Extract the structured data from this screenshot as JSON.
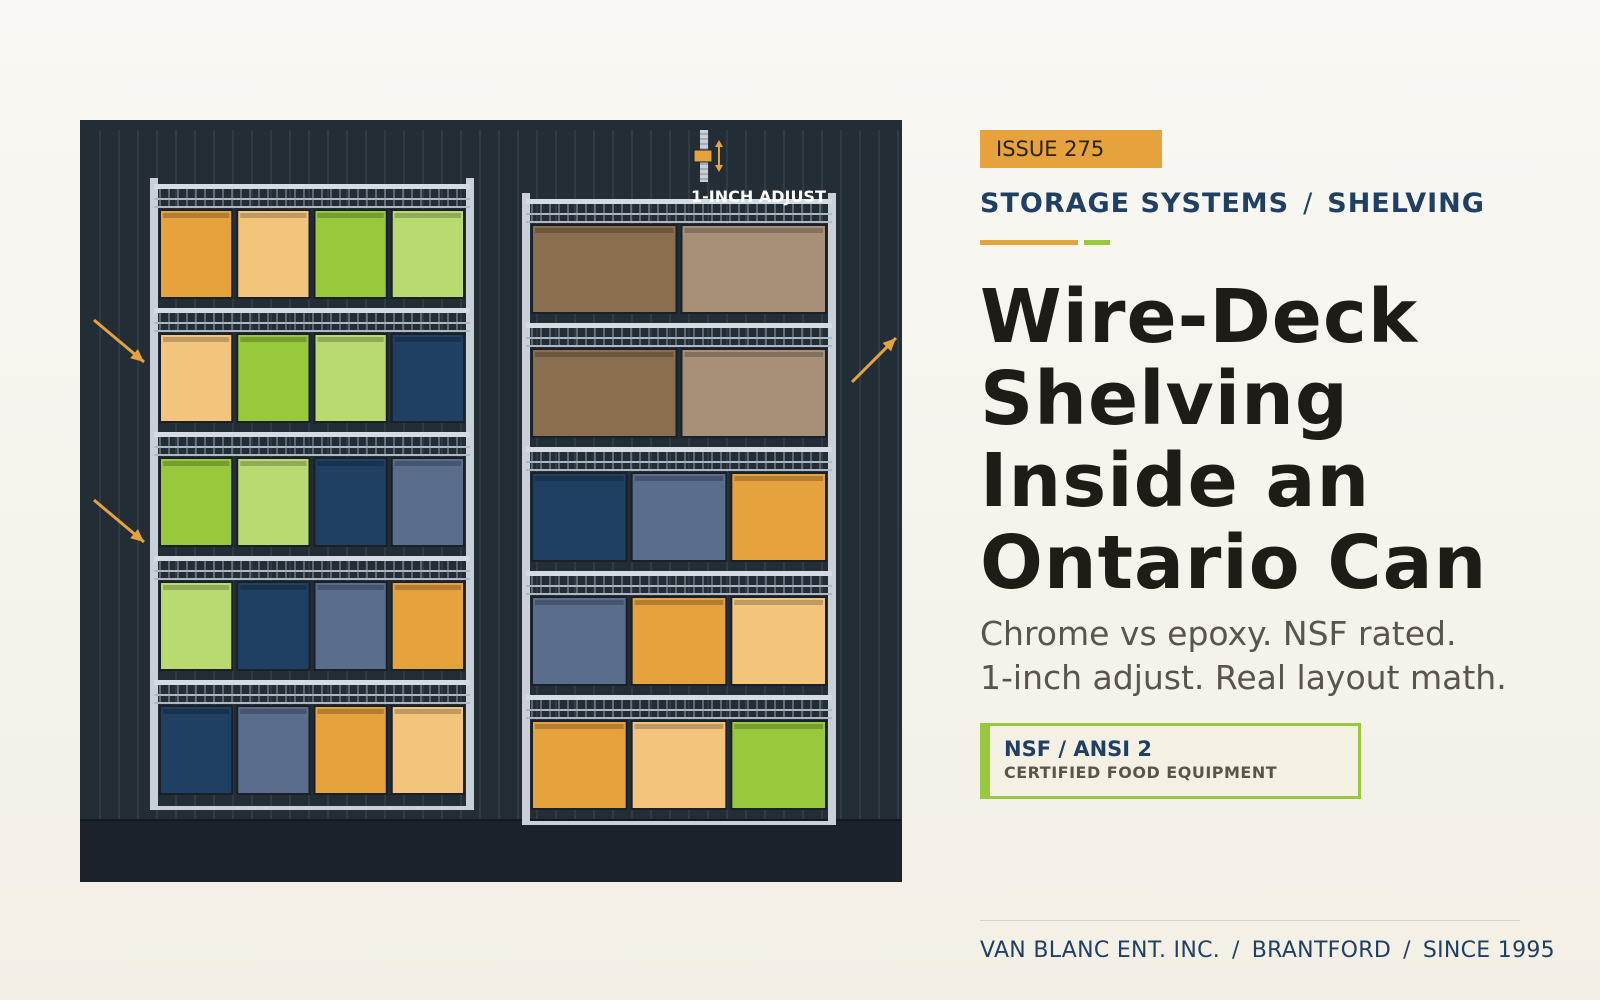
{
  "issue_tag": "ISSUE 275",
  "category": {
    "primary": "STORAGE SYSTEMS",
    "separator": "/",
    "secondary": "SHELVING"
  },
  "headline": {
    "lines": [
      "Wire-Deck",
      "Shelving",
      "Inside an",
      "Ontario Can"
    ]
  },
  "subhead": {
    "lines": [
      "Chrome vs epoxy. NSF rated.",
      "1-inch adjust. Real layout math."
    ]
  },
  "certification": {
    "title": "NSF / ANSI 2",
    "subtitle": "CERTIFIED FOOD EQUIPMENT"
  },
  "footer": {
    "company": "VAN BLANC ENT. INC.",
    "city": "BRANTFORD",
    "since": "SINCE 1995",
    "separator": "/"
  },
  "illustration": {
    "callout": "1-INCH ADJUST",
    "shelving_units": [
      {
        "name": "left-unit",
        "shelves": [
          [
            "orange",
            "light-orange",
            "green",
            "light-green"
          ],
          [
            "light-orange",
            "green",
            "light-green",
            "navy"
          ],
          [
            "green",
            "light-green",
            "navy",
            "slate"
          ],
          [
            "light-green",
            "navy",
            "slate",
            "orange"
          ],
          [
            "navy",
            "slate",
            "orange",
            "light-orange"
          ]
        ]
      },
      {
        "name": "right-unit",
        "shelves": [
          [
            "brown",
            "tan"
          ],
          [
            "brown",
            "tan"
          ],
          [
            "navy",
            "slate",
            "orange"
          ],
          [
            "slate",
            "orange",
            "light-orange"
          ],
          [
            "orange",
            "light-orange",
            "green"
          ]
        ]
      }
    ]
  },
  "colors": {
    "accent_orange": "#e6a23c",
    "accent_green": "#98c83c",
    "navy": "#1f3f63",
    "headline": "#1e1c17",
    "container_wall": "#232d36",
    "container_floor": "#1b222b",
    "box_palette": {
      "orange": "#e6a23c",
      "light-orange": "#f3c47c",
      "green": "#98c83c",
      "light-green": "#b8da70",
      "navy": "#1f3f63",
      "slate": "#5a6d8c",
      "brown": "#8a6e50",
      "tan": "#a88f77"
    }
  }
}
